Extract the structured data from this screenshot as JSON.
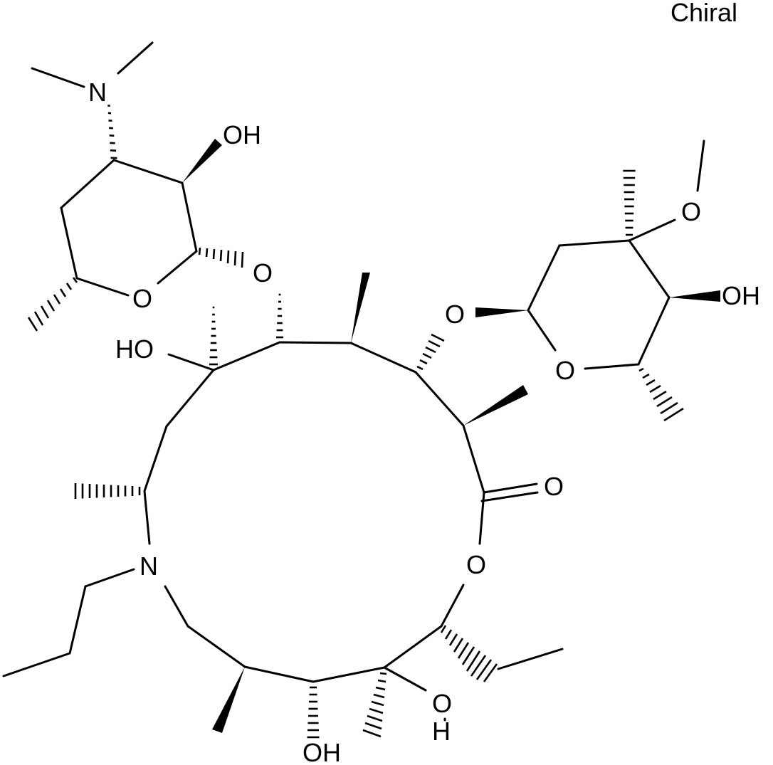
{
  "annotation": "Chiral",
  "atom_labels": {
    "desosamine_n": "N",
    "desosamine_oh": "OH",
    "desosamine_glycoside_o": "O",
    "desosamine_ring_o": "O",
    "c6_ho": "HO",
    "cladinose_glycoside_o": "O",
    "cladinose_ome_o": "O",
    "cladinose_oh": "OH",
    "cladinose_ring_o": "O",
    "lactone_carbonyl_o": "O",
    "lactone_ring_o": "O",
    "ring_n": "N",
    "c12_oh_o": "O",
    "c12_oh_h": "H",
    "c11_oh": "OH"
  }
}
